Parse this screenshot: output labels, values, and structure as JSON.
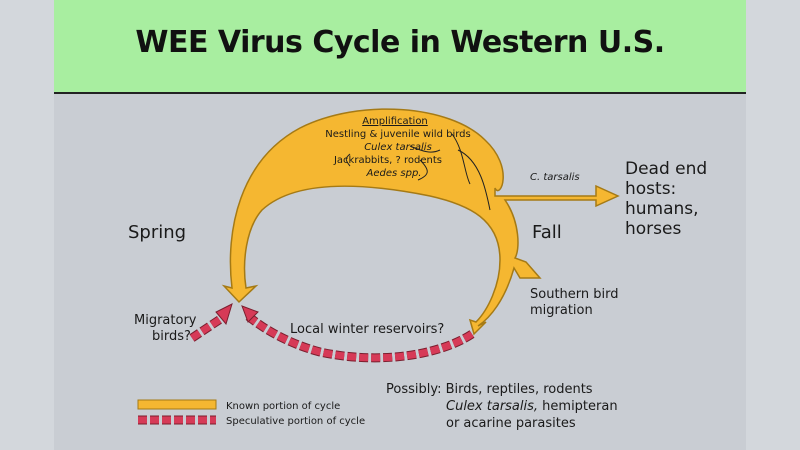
{
  "title": "WEE Virus Cycle in Western U.S.",
  "amplification": {
    "heading": "Amplification",
    "line1": "Nestling & juvenile wild birds",
    "line2": "Culex tarsalis",
    "line3": "Jackrabbits, ? rodents",
    "line4": "Aedes spp."
  },
  "season_spring": "Spring",
  "season_fall": "Fall",
  "vector_label": "C. tarsalis",
  "dead_end": [
    "Dead end",
    "hosts:",
    "humans,",
    "horses"
  ],
  "southern_bird": [
    "Southern bird",
    "migration"
  ],
  "migratory": [
    "Migratory",
    "birds?"
  ],
  "local_winter": "Local winter reservoirs?",
  "possibly": {
    "line1": "Possibly: Birds, reptiles, rodents",
    "line2_italic": "Culex tarsalis,",
    "line2_rest": " hemipteran",
    "line3": "or acarine parasites"
  },
  "legend": {
    "known": "Known portion of cycle",
    "speculative": "Speculative portion of cycle"
  },
  "colors": {
    "known": "#f5b731",
    "known_outline": "#a57a15",
    "speculative": "#d63a57",
    "speculative_outline": "#7a1e2e",
    "header_bg": "#a8eea0",
    "background": "#c9cdd3"
  }
}
